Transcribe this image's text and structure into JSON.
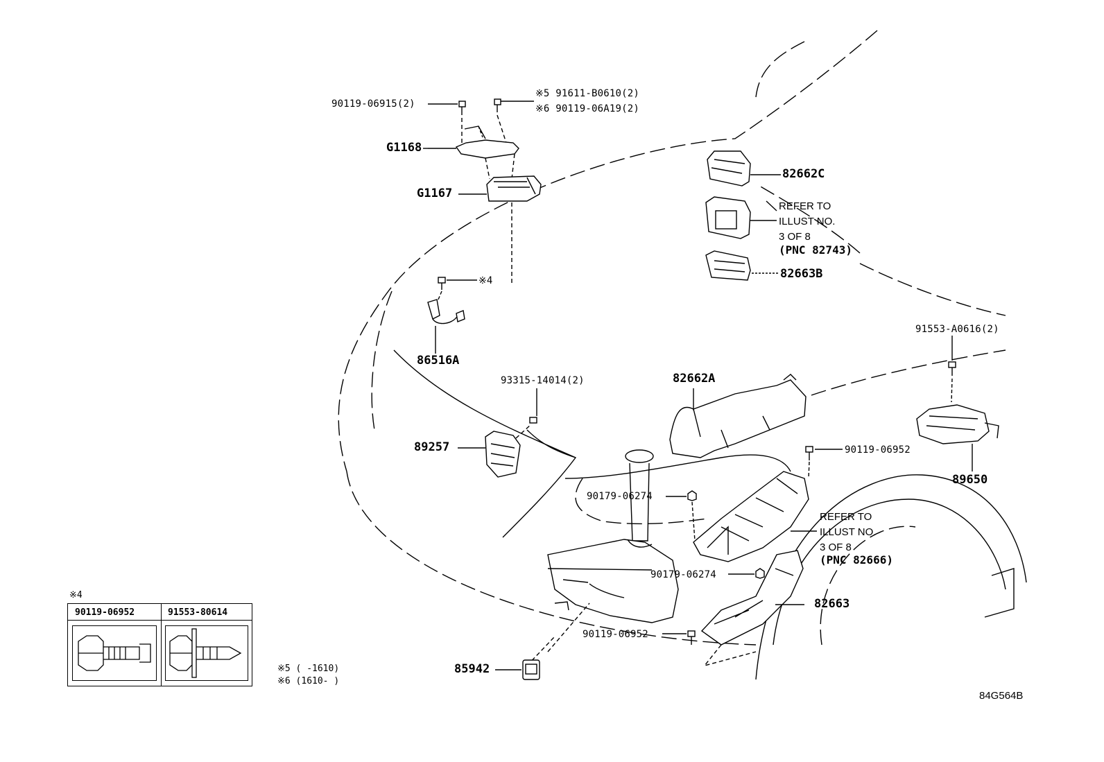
{
  "callouts": {
    "bolt_g1168_left": "90119-06915(2)",
    "bolt_note5": "※5 91611-B0610(2)",
    "bolt_note6": "※6 90119-06A19(2)",
    "bracket": "G1168",
    "sensor": "G1167",
    "bolt_note4": "※4",
    "sensor_harness": "86516A",
    "screw_89257": "93315-14014(2)",
    "radar_sensor": "89257",
    "relay_cover": "82662A",
    "bolt_9619": "91553-A0616(2)",
    "bolt_9652_top": "90119-06952",
    "ecu": "89650",
    "nut_top": "90179-06274",
    "nut_bottom": "90179-06274",
    "bolt_9652_bottom": "90119-06952",
    "washer_pump": "85942",
    "relay_block_lower": "82663",
    "fuse_cover": "82662C",
    "fuse_base": "82663B"
  },
  "refer_top": {
    "line1": "REFER TO",
    "line2": "ILLUST NO.",
    "line3": "3 OF 8",
    "pnc": "(PNC 82743)"
  },
  "refer_bottom": {
    "line1": "REFER TO",
    "line2": "ILLUST NO.",
    "line3": "3 OF 8",
    "pnc": "(PNC 82666)"
  },
  "inset": {
    "title": "※4",
    "col1": "90119-06952",
    "col2": "91553-80614"
  },
  "notes": {
    "n5": "※5 (      -1610)",
    "n6": "※6 (1610-       )"
  },
  "drawing_code": "84G564B"
}
